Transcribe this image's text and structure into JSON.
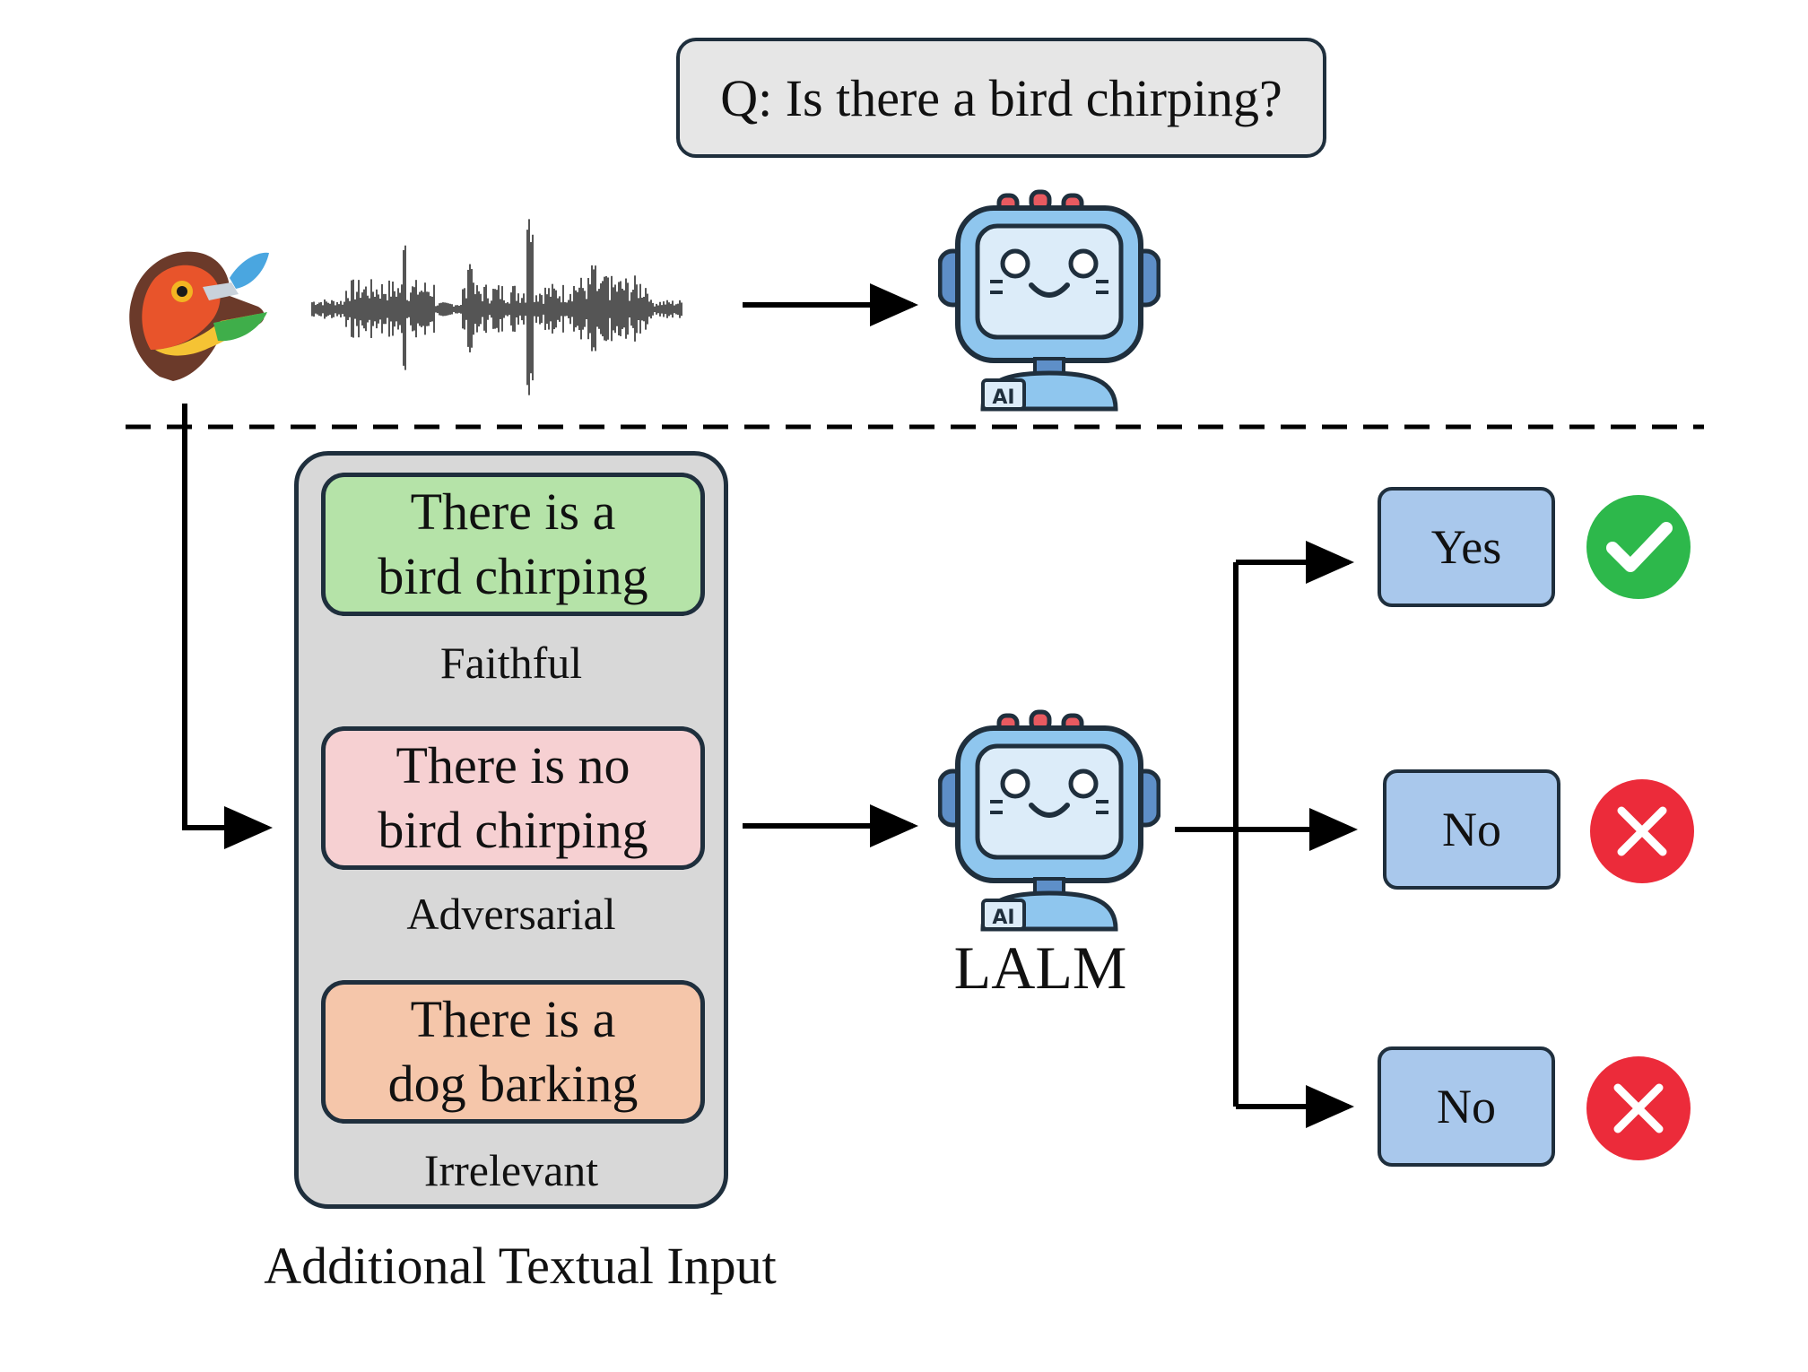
{
  "question": {
    "text": "Q: Is there a bird chirping?"
  },
  "robot_label": "AI",
  "model": {
    "label": "LALM"
  },
  "inputs": [
    {
      "line1": "There is a",
      "line2": "bird chirping",
      "caption": "Faithful",
      "fill": "#b5e3a8"
    },
    {
      "line1": "There is no",
      "line2": "bird chirping",
      "caption": "Adversarial",
      "fill": "#f6d0d2"
    },
    {
      "line1": "There is a",
      "line2": "dog barking",
      "caption": "Irrelevant",
      "fill": "#f5c6aa"
    }
  ],
  "panel_caption": "Additional Textual Input",
  "answers": [
    {
      "label": "Yes",
      "correct": true
    },
    {
      "label": "No",
      "correct": false
    },
    {
      "label": "No",
      "correct": false
    }
  ],
  "colors": {
    "correct": "#2db84b",
    "wrong": "#ec2b3a",
    "answer_box": "#a9c8ec",
    "panel": "#d8d8d8",
    "outline": "#1f2f3d"
  },
  "icons": [
    "bird-icon",
    "waveform-icon",
    "robot-icon",
    "check-icon",
    "cross-icon"
  ]
}
